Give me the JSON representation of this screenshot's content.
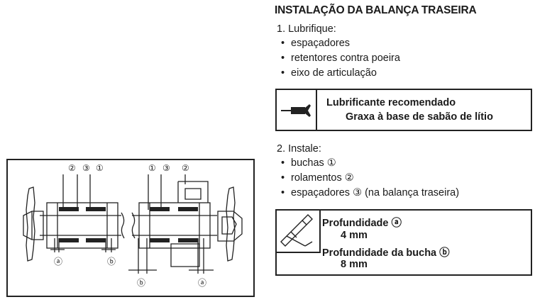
{
  "title": "INSTALAÇÃO DA BALANÇA TRASEIRA",
  "step1": {
    "label": "1.  Lubrifique:",
    "items": [
      "espaçadores",
      "retentores contra poeira",
      "eixo de articulação"
    ]
  },
  "lubricant_box": {
    "icon": "grease-gun-icon",
    "heading": "Lubrificante  recomendado",
    "value": "Graxa à base de sabão de lítio"
  },
  "step2": {
    "label": "2.  Instale:",
    "items": [
      "buchas ①",
      "rolamentos ②",
      "espaçadores ③ (na balança traseira)"
    ]
  },
  "depth_box": {
    "icon": "caliper-icon",
    "depth_label": "Profundidade ⓐ",
    "depth_value": "4 mm",
    "bush_depth_label": "Profundidade da bucha ⓑ",
    "bush_depth_value": "8 mm"
  },
  "diagram": {
    "top_left_callouts": [
      "②",
      "③",
      "①"
    ],
    "top_right_callouts": [
      "①",
      "③",
      "②"
    ],
    "bottom_callouts": [
      "ⓐ",
      "ⓑ",
      "ⓑ",
      "ⓐ"
    ]
  },
  "colors": {
    "ink": "#1a1a1a",
    "background": "#ffffff"
  }
}
